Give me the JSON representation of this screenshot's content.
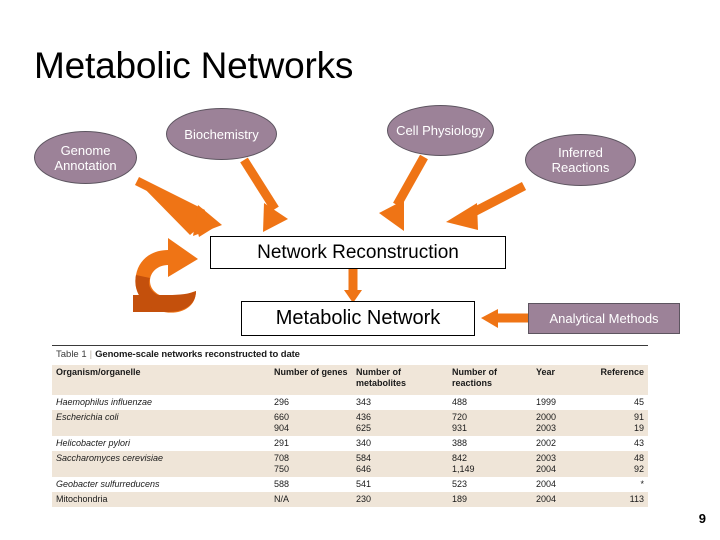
{
  "slide": {
    "title": "Metabolic Networks",
    "page_number": "9",
    "accent_orange": "#ef7415",
    "accent_orange_dark": "#c4500c",
    "node_fill": "#9c8298",
    "table_band": "#efe5d8"
  },
  "nodes": [
    {
      "id": "genome",
      "label": "Genome Annotation"
    },
    {
      "id": "biochem",
      "label": "Biochemistry"
    },
    {
      "id": "cellphys",
      "label": "Cell Physiology"
    },
    {
      "id": "inferred",
      "label": "Inferred Reactions"
    }
  ],
  "boxes": {
    "reconstruction": "Network Reconstruction",
    "metabolic": "Metabolic Network",
    "analytical": "Analytical Methods"
  },
  "table": {
    "caption_label": "Table 1",
    "caption_bar": "|",
    "caption_title": "Genome-scale networks reconstructed to date",
    "columns": [
      "Organism/organelle",
      "Number of genes",
      "Number of metabolites",
      "Number of reactions",
      "Year",
      "Reference"
    ],
    "rows": [
      {
        "organism": "Haemophilus influenzae",
        "italic": true,
        "genes": [
          "296"
        ],
        "metabolites": [
          "343"
        ],
        "reactions": [
          "488"
        ],
        "year": [
          "1999"
        ],
        "reference": [
          "45"
        ]
      },
      {
        "organism": "Escherichia coli",
        "italic": true,
        "genes": [
          "660",
          "904"
        ],
        "metabolites": [
          "436",
          "625"
        ],
        "reactions": [
          "720",
          "931"
        ],
        "year": [
          "2000",
          "2003"
        ],
        "reference": [
          "91",
          "19"
        ]
      },
      {
        "organism": "Helicobacter pylori",
        "italic": true,
        "genes": [
          "291"
        ],
        "metabolites": [
          "340"
        ],
        "reactions": [
          "388"
        ],
        "year": [
          "2002"
        ],
        "reference": [
          "43"
        ]
      },
      {
        "organism": "Saccharomyces cerevisiae",
        "italic": true,
        "genes": [
          "708",
          "750"
        ],
        "metabolites": [
          "584",
          "646"
        ],
        "reactions": [
          "842",
          "1,149"
        ],
        "year": [
          "2003",
          "2004"
        ],
        "reference": [
          "48",
          "92"
        ]
      },
      {
        "organism": "Geobacter sulfurreducens",
        "italic": true,
        "genes": [
          "588"
        ],
        "metabolites": [
          "541"
        ],
        "reactions": [
          "523"
        ],
        "year": [
          "2004"
        ],
        "reference": [
          "*"
        ]
      },
      {
        "organism": "Mitochondria",
        "italic": false,
        "genes": [
          "N/A"
        ],
        "metabolites": [
          "230"
        ],
        "reactions": [
          "189"
        ],
        "year": [
          "2004"
        ],
        "reference": [
          "113"
        ]
      }
    ]
  }
}
